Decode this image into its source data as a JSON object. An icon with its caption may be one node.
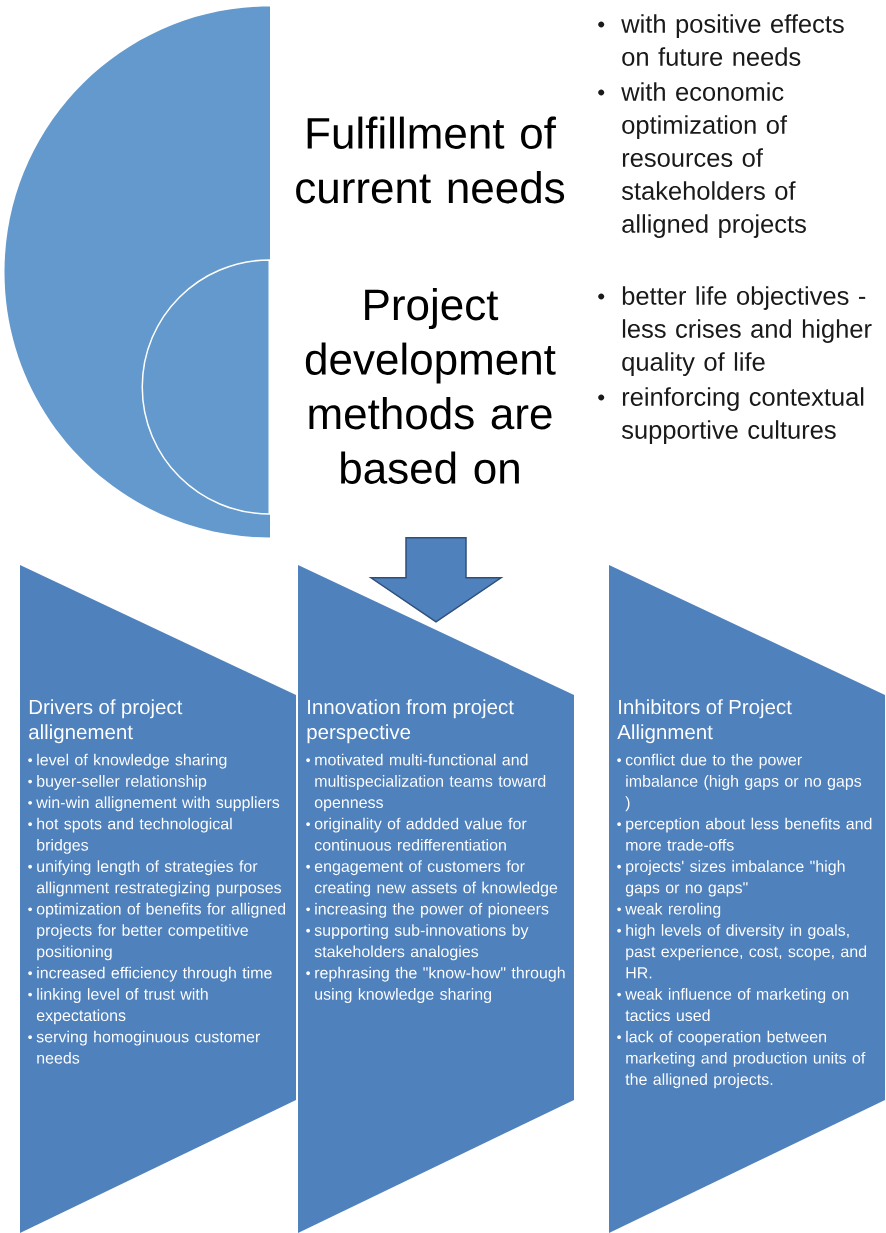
{
  "diagram": {
    "nodes": [
      {
        "text": [
          "Fulfillment of current needs"
        ],
        "beside": [
          "with positive effects on future needs",
          "with economic optimization of resources of stakeholders of alligned projects"
        ]
      },
      {
        "text": [],
        "shape": "circle",
        "in": 0
      },
      {
        "text": [
          "Project development methods are based on"
        ],
        "beside": [
          "better life objectives - less crises and higher quality of life",
          "reinforcing contextual supportive cultures"
        ],
        "in": 0
      },
      {
        "text": [
          "Drivers of project allignement",
          "level of knowledge sharing",
          "buyer-seller relationship",
          "win-win allignement with suppliers",
          "hot spots  and technological bridges",
          "unifying length of strategies for allignment restrategizing purposes",
          "optimization of benefits for alligned projects for better competitive positioning",
          "increased efficiency through time",
          "linking level of trust with expectations",
          "serving homoginuous customer needs"
        ]
      },
      {
        "text": [
          "Innovation from project perspective",
          "motivated multi-functional and multispecialization teams toward openness",
          "originality of addded value for continuous redifferentiation",
          "engagement of customers for creating new assets of knowledge",
          "increasing the power of pioneers",
          "supporting sub-innovations by stakeholders analogies",
          "rephrasing the \"know-how\" through using knowledge sharing"
        ]
      },
      {
        "text": [
          "Inhibitors of Project Allignment",
          "conflict due to the power imbalance (high gaps or no gaps )",
          "perception about less benefits and more trade-offs",
          "projects' sizes imbalance \"high gaps or no gaps\"",
          "weak reroling",
          "high levels of diversity in goals, past  experience, cost, scope, and HR.",
          "weak influence of marketing on tactics used",
          "lack of cooperation between marketing and production units of the alligned projects."
        ]
      }
    ],
    "edges": [
      {
        "from": 0,
        "to": 4,
        "arrow": "to"
      }
    ]
  }
}
